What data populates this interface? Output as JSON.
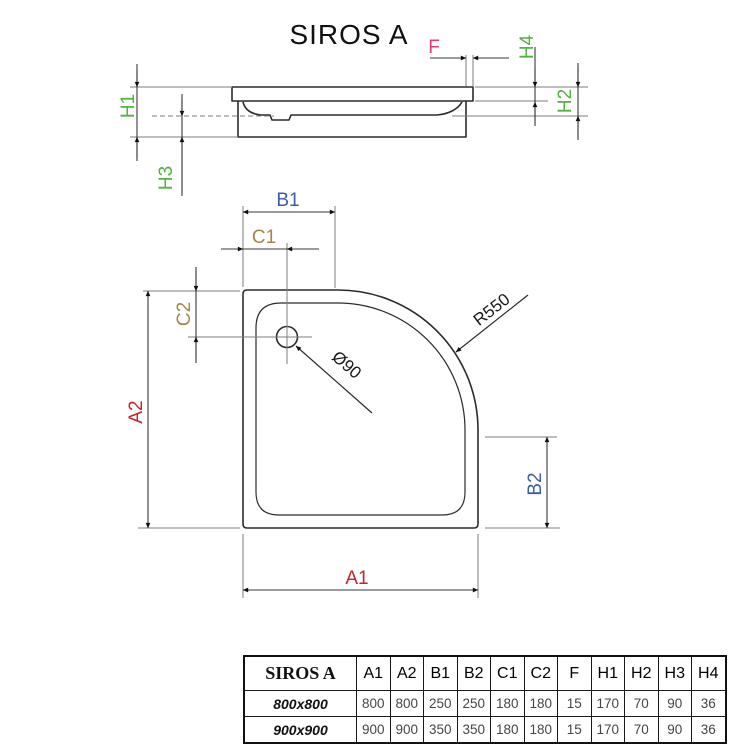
{
  "title": "SIROS A",
  "drawing": {
    "labels": {
      "h1": "H1",
      "h2": "H2",
      "h3": "H3",
      "h4": "H4",
      "f": "F",
      "a1": "A1",
      "a2": "A2",
      "b1": "B1",
      "b2": "B2",
      "c1": "C1",
      "c2": "C2",
      "radius": "R550",
      "drain_diameter": "Ø90"
    }
  },
  "colors": {
    "a_dims_red": "#c22525",
    "b_dims_blue": "#3c5da8",
    "c_dims_tan": "#a8854f",
    "f_dim_pink": "#e23b7c",
    "h_dims_green": "#52b33f",
    "line": "#2b2b2b"
  },
  "table": {
    "header": [
      "SIROS A",
      "A1",
      "A2",
      "B1",
      "B2",
      "C1",
      "C2",
      "F",
      "H1",
      "H2",
      "H3",
      "H4"
    ],
    "rows": [
      [
        "800x800",
        "800",
        "800",
        "250",
        "250",
        "180",
        "180",
        "15",
        "170",
        "70",
        "90",
        "36"
      ],
      [
        "900x900",
        "900",
        "900",
        "350",
        "350",
        "180",
        "180",
        "15",
        "170",
        "70",
        "90",
        "36"
      ]
    ]
  }
}
